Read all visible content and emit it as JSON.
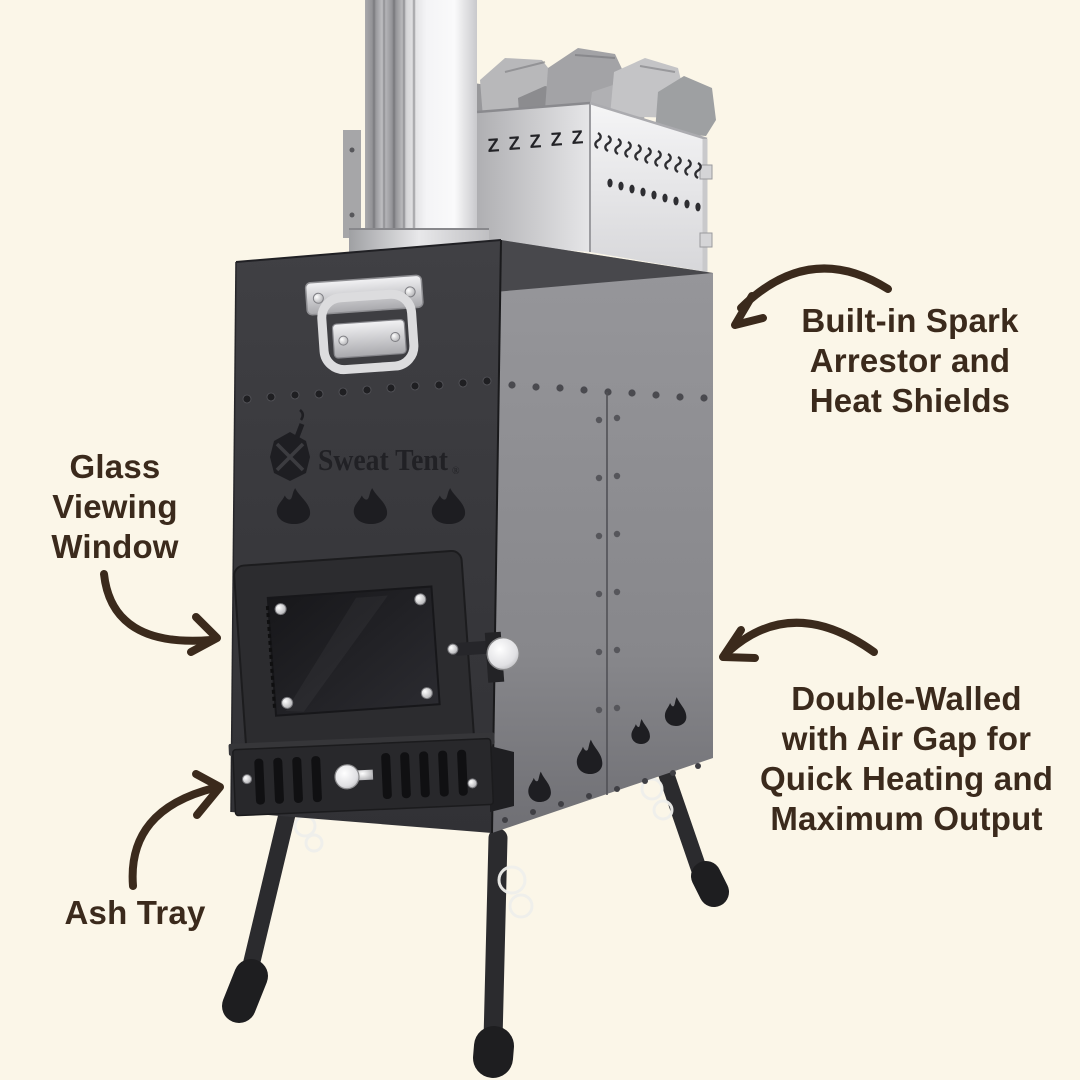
{
  "colors": {
    "background": "#FBF6E8",
    "callout-text": "#3B2A1C",
    "arrow": "#3B2A1C",
    "stove-front": "#3A3A3E",
    "stove-side": "#8E8E92",
    "steel": "#E8E8EA"
  },
  "stove": {
    "brand_text": "Sweat Tent",
    "registered_mark": "®"
  },
  "callouts": {
    "spark_arrestor": {
      "text": "Built-in Spark Arrestor and Heat Shields",
      "lines": [
        "Built-in Spark",
        "Arrestor and",
        "Heat Shields"
      ]
    },
    "glass_window": {
      "text": "Glass Viewing Window",
      "lines": [
        "Glass",
        "Viewing",
        "Window"
      ]
    },
    "double_walled": {
      "text": "Double-Walled with Air Gap for Quick Heating and Maximum Output",
      "lines": [
        "Double-Walled",
        "with Air Gap for",
        "Quick Heating and",
        "Maximum Output"
      ]
    },
    "ash_tray": {
      "text": "Ash Tray",
      "lines": [
        "Ash Tray"
      ]
    }
  }
}
